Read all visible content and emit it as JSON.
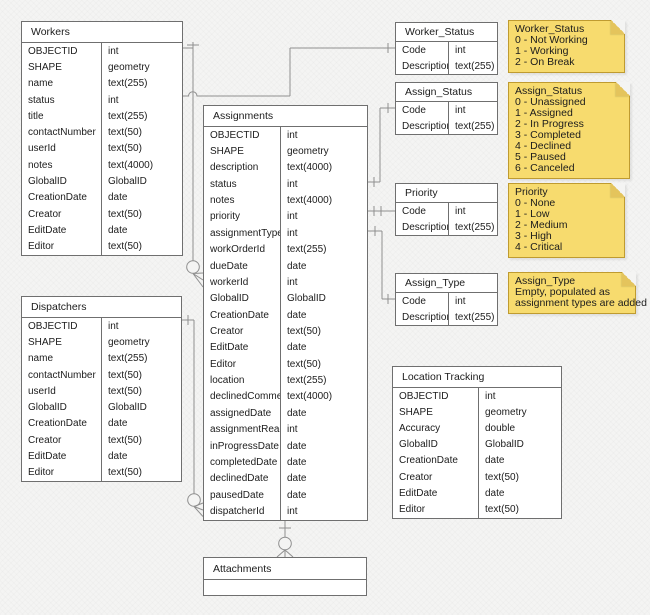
{
  "theme": {
    "background": "#f4f4f3",
    "table_fill": "#ffffff",
    "table_border": "#6f6f6f",
    "text_color": "#1c1c1c",
    "connector": "#8f8f8f",
    "note_fill": "#f7db6e",
    "note_border": "#bf9b30",
    "note_fold": "#e4c45c"
  },
  "tables": {
    "workers": {
      "title": "Workers",
      "fields": [
        [
          "OBJECTID",
          "int"
        ],
        [
          "SHAPE",
          "geometry"
        ],
        [
          "name",
          "text(255)"
        ],
        [
          "status",
          "int"
        ],
        [
          "title",
          "text(255)"
        ],
        [
          "contactNumber",
          "text(50)"
        ],
        [
          "userId",
          "text(50)"
        ],
        [
          "notes",
          "text(4000)"
        ],
        [
          "GlobalID",
          "GlobalID"
        ],
        [
          "CreationDate",
          "date"
        ],
        [
          "Creator",
          "text(50)"
        ],
        [
          "EditDate",
          "date"
        ],
        [
          "Editor",
          "text(50)"
        ]
      ]
    },
    "dispatchers": {
      "title": "Dispatchers",
      "fields": [
        [
          "OBJECTID",
          "int"
        ],
        [
          "SHAPE",
          "geometry"
        ],
        [
          "name",
          "text(255)"
        ],
        [
          "contactNumber",
          "text(50)"
        ],
        [
          "userId",
          "text(50)"
        ],
        [
          "GlobalID",
          "GlobalID"
        ],
        [
          "CreationDate",
          "date"
        ],
        [
          "Creator",
          "text(50)"
        ],
        [
          "EditDate",
          "date"
        ],
        [
          "Editor",
          "text(50)"
        ]
      ]
    },
    "assignments": {
      "title": "Assignments",
      "fields": [
        [
          "OBJECTID",
          "int"
        ],
        [
          "SHAPE",
          "geometry"
        ],
        [
          "description",
          "text(4000)"
        ],
        [
          "status",
          "int"
        ],
        [
          "notes",
          "text(4000)"
        ],
        [
          "priority",
          "int"
        ],
        [
          "assignmentType",
          "int"
        ],
        [
          "workOrderId",
          "text(255)"
        ],
        [
          "dueDate",
          "date"
        ],
        [
          "workerId",
          "int"
        ],
        [
          "GlobalID",
          "GlobalID"
        ],
        [
          "CreationDate",
          "date"
        ],
        [
          "Creator",
          "text(50)"
        ],
        [
          "EditDate",
          "date"
        ],
        [
          "Editor",
          "text(50)"
        ],
        [
          "location",
          "text(255)"
        ],
        [
          "declinedComment",
          "text(4000)"
        ],
        [
          "assignedDate",
          "date"
        ],
        [
          "assignmentRead",
          "int"
        ],
        [
          "inProgressDate",
          "date"
        ],
        [
          "completedDate",
          "date"
        ],
        [
          "declinedDate",
          "date"
        ],
        [
          "pausedDate",
          "date"
        ],
        [
          "dispatcherId",
          "int"
        ]
      ]
    },
    "worker_status": {
      "title": "Worker_Status",
      "fields": [
        [
          "Code",
          "int"
        ],
        [
          "Description",
          "text(255)"
        ]
      ]
    },
    "assign_status": {
      "title": "Assign_Status",
      "fields": [
        [
          "Code",
          "int"
        ],
        [
          "Description",
          "text(255)"
        ]
      ]
    },
    "priority": {
      "title": "Priority",
      "fields": [
        [
          "Code",
          "int"
        ],
        [
          "Description",
          "text(255)"
        ]
      ]
    },
    "assign_type": {
      "title": "Assign_Type",
      "fields": [
        [
          "Code",
          "int"
        ],
        [
          "Description",
          "text(255)"
        ]
      ]
    },
    "location_tracking": {
      "title": "Location Tracking",
      "fields": [
        [
          "OBJECTID",
          "int"
        ],
        [
          "SHAPE",
          "geometry"
        ],
        [
          "Accuracy",
          "double"
        ],
        [
          "GlobalID",
          "GlobalID"
        ],
        [
          "CreationDate",
          "date"
        ],
        [
          "Creator",
          "text(50)"
        ],
        [
          "EditDate",
          "date"
        ],
        [
          "Editor",
          "text(50)"
        ]
      ]
    },
    "attachments": {
      "title": "Attachments",
      "fields": []
    }
  },
  "notes": {
    "worker_status": {
      "title": "Worker_Status",
      "lines": [
        "0 - Not Working",
        "1 - Working",
        "2 - On Break"
      ]
    },
    "assign_status": {
      "title": "Assign_Status",
      "lines": [
        "0 - Unassigned",
        "1 - Assigned",
        "2 - In Progress",
        "3 - Completed",
        "4 - Declined",
        "5 - Paused",
        "6 - Canceled"
      ]
    },
    "priority": {
      "title": "Priority",
      "lines": [
        "0 - None",
        "1 - Low",
        "2 - Medium",
        "3 - High",
        "4 - Critical"
      ]
    },
    "assign_type": {
      "title": "Assign_Type",
      "lines": [
        "Empty, populated as",
        "assignment types are added"
      ]
    }
  },
  "relationships": [
    {
      "from": "Workers.OBJECTID",
      "to": "Assignments.workerId",
      "cardinality": "one-to-zero-or-many"
    },
    {
      "from": "Workers.status",
      "to": "Worker_Status.Code",
      "cardinality": "one"
    },
    {
      "from": "Dispatchers.OBJECTID",
      "to": "Assignments.dispatcherId",
      "cardinality": "one-to-zero-or-many"
    },
    {
      "from": "Assignments.status",
      "to": "Assign_Status.Code",
      "cardinality": "one-to-one"
    },
    {
      "from": "Assignments.priority",
      "to": "Priority.Code",
      "cardinality": "one-to-one"
    },
    {
      "from": "Assignments.assignmentType",
      "to": "Assign_Type.Code",
      "cardinality": "one-to-one"
    },
    {
      "from": "Assignments",
      "to": "Attachments",
      "cardinality": "one-to-zero-or-many"
    }
  ]
}
